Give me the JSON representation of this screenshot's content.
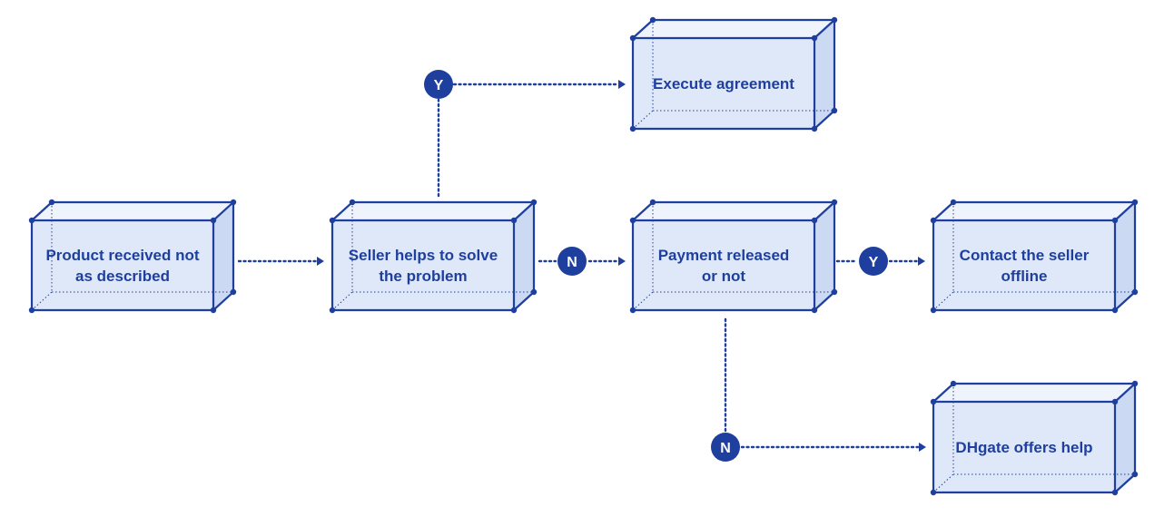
{
  "colors": {
    "line": "#1e3f9e",
    "fill_front": "#dfe8f9",
    "fill_top": "#eef3fc",
    "fill_side": "#ccd9f2",
    "badge": "#1e3f9e",
    "text": "#1e3f9e"
  },
  "boxes": [
    {
      "id": "box-product-not-as-described",
      "lines": [
        "Product received not",
        "as described"
      ]
    },
    {
      "id": "box-seller-helps",
      "lines": [
        "Seller helps to solve",
        "the problem"
      ]
    },
    {
      "id": "box-execute-agreement",
      "lines": [
        "Execute agreement"
      ]
    },
    {
      "id": "box-payment-released",
      "lines": [
        "Payment released",
        "or not"
      ]
    },
    {
      "id": "box-contact-seller",
      "lines": [
        "Contact the seller",
        "offline"
      ]
    },
    {
      "id": "box-dhgate-help",
      "lines": [
        "DHgate offers help"
      ]
    }
  ],
  "badges": [
    {
      "id": "badge-yes-execute",
      "text": "Y"
    },
    {
      "id": "badge-no-payment",
      "text": "N"
    },
    {
      "id": "badge-yes-contact",
      "text": "Y"
    },
    {
      "id": "badge-no-dhgate",
      "text": "N"
    }
  ]
}
